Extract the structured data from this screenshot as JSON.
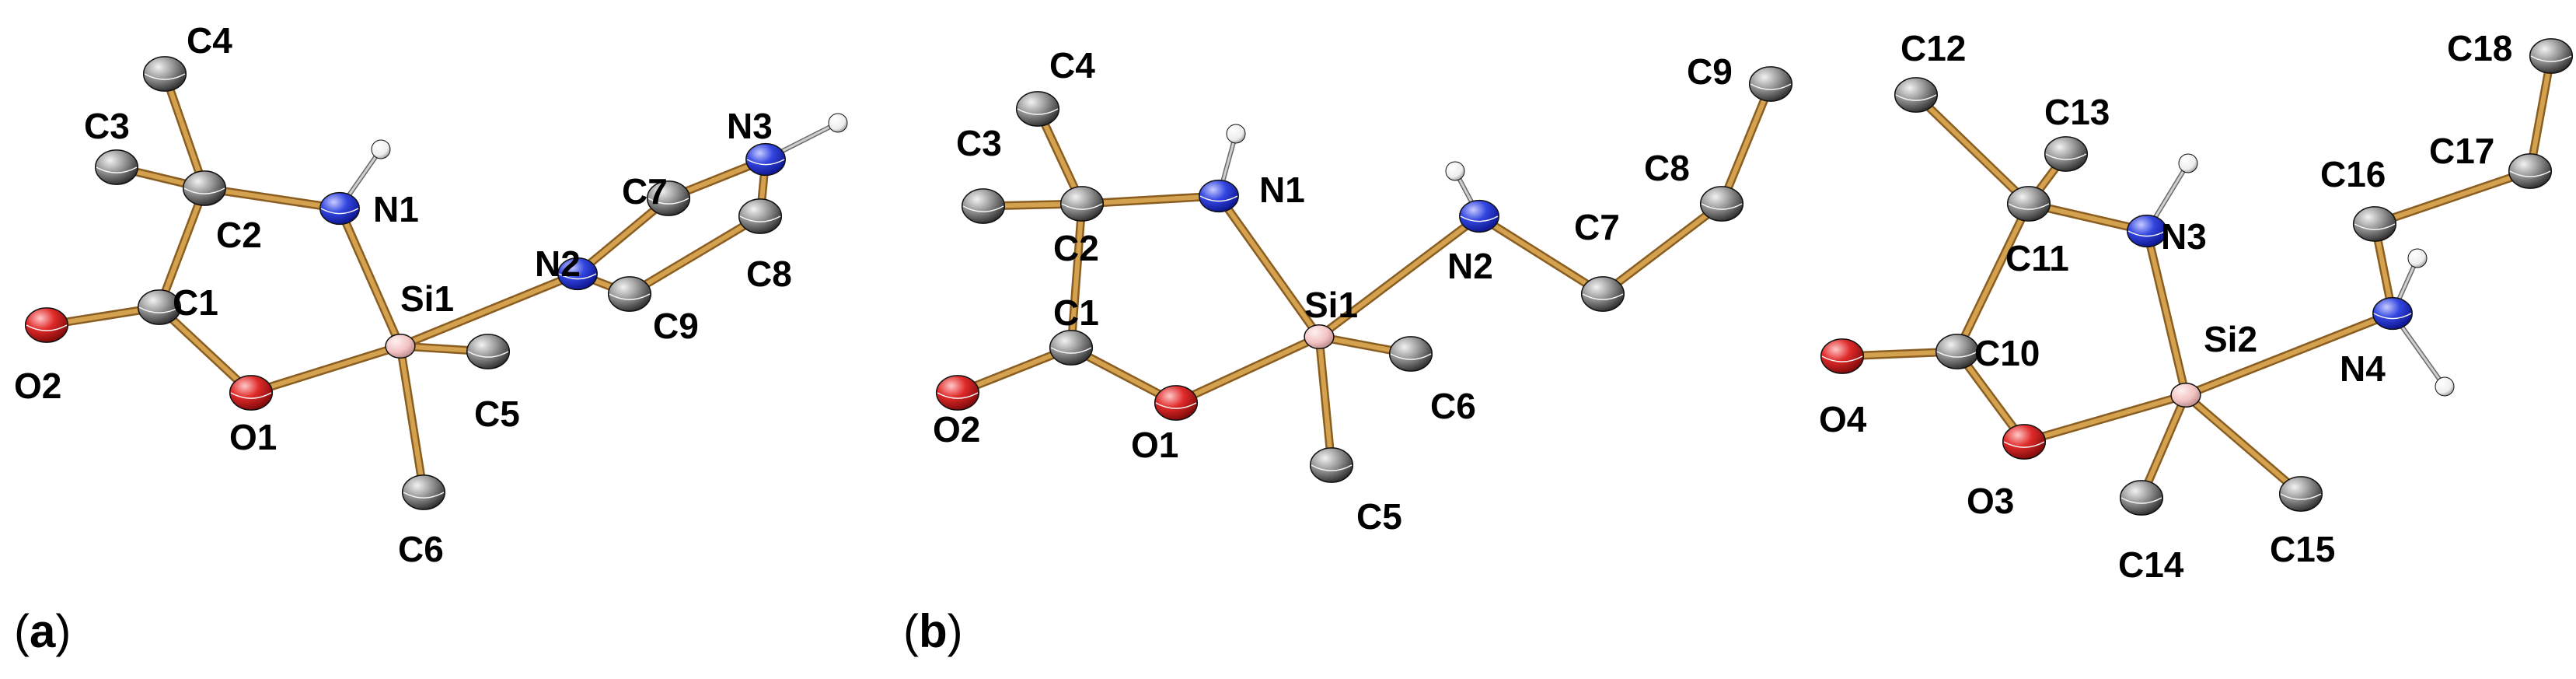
{
  "colors": {
    "bond": "#D4A24E",
    "bond_dark": "#8A5E22",
    "carbon": "#4A4A4A",
    "carbon_light": "#E6E6E6",
    "nitrogen": "#1F2FC8",
    "nitrogen_light": "#C8CCFF",
    "oxygen": "#D81C1C",
    "oxygen_light": "#FFC8C8",
    "silicon": "#F2C2C2",
    "hydrogen": "#F4F4F4"
  },
  "panels": [
    {
      "label_open": "(",
      "label_letter": "a",
      "label_close": ")",
      "atoms": [
        {
          "id": "C4",
          "element": "C",
          "label": "C4"
        },
        {
          "id": "C3",
          "element": "C",
          "label": "C3"
        },
        {
          "id": "C2",
          "element": "C",
          "label": "C2"
        },
        {
          "id": "N1",
          "element": "N",
          "label": "N1"
        },
        {
          "id": "C1",
          "element": "C",
          "label": "C1"
        },
        {
          "id": "O2",
          "element": "O",
          "label": "O2"
        },
        {
          "id": "O1",
          "element": "O",
          "label": "O1"
        },
        {
          "id": "Si1",
          "element": "Si",
          "label": "Si1"
        },
        {
          "id": "C5",
          "element": "C",
          "label": "C5"
        },
        {
          "id": "C6",
          "element": "C",
          "label": "C6"
        },
        {
          "id": "N2",
          "element": "N",
          "label": "N2"
        },
        {
          "id": "C7",
          "element": "C",
          "label": "C7"
        },
        {
          "id": "N3",
          "element": "N",
          "label": "N3"
        },
        {
          "id": "C8",
          "element": "C",
          "label": "C8"
        },
        {
          "id": "C9",
          "element": "C",
          "label": "C9"
        },
        {
          "id": "H1",
          "element": "H",
          "label": ""
        },
        {
          "id": "H3",
          "element": "H",
          "label": ""
        }
      ],
      "bonds": [
        [
          "C2",
          "C4"
        ],
        [
          "C2",
          "C3"
        ],
        [
          "C2",
          "N1"
        ],
        [
          "C2",
          "C1"
        ],
        [
          "C1",
          "O2"
        ],
        [
          "C1",
          "O1"
        ],
        [
          "O1",
          "Si1"
        ],
        [
          "N1",
          "Si1"
        ],
        [
          "Si1",
          "C5"
        ],
        [
          "Si1",
          "C6"
        ],
        [
          "Si1",
          "N2"
        ],
        [
          "N2",
          "C7"
        ],
        [
          "C7",
          "N3"
        ],
        [
          "N3",
          "C8"
        ],
        [
          "C8",
          "C9"
        ],
        [
          "C9",
          "N2"
        ],
        [
          "N1",
          "H1"
        ],
        [
          "N3",
          "H3"
        ]
      ]
    },
    {
      "label_open": "(",
      "label_letter": "b",
      "label_close": ")",
      "atoms": [
        {
          "id": "C4",
          "element": "C",
          "label": "C4"
        },
        {
          "id": "C3",
          "element": "C",
          "label": "C3"
        },
        {
          "id": "C2",
          "element": "C",
          "label": "C2"
        },
        {
          "id": "N1",
          "element": "N",
          "label": "N1"
        },
        {
          "id": "C1",
          "element": "C",
          "label": "C1"
        },
        {
          "id": "O2",
          "element": "O",
          "label": "O2"
        },
        {
          "id": "O1",
          "element": "O",
          "label": "O1"
        },
        {
          "id": "Si1",
          "element": "Si",
          "label": "Si1"
        },
        {
          "id": "C5",
          "element": "C",
          "label": "C5"
        },
        {
          "id": "C6",
          "element": "C",
          "label": "C6"
        },
        {
          "id": "N2",
          "element": "N",
          "label": "N2"
        },
        {
          "id": "C7",
          "element": "C",
          "label": "C7"
        },
        {
          "id": "C8",
          "element": "C",
          "label": "C8"
        },
        {
          "id": "C9",
          "element": "C",
          "label": "C9"
        },
        {
          "id": "H1",
          "element": "H",
          "label": ""
        },
        {
          "id": "H2",
          "element": "H",
          "label": ""
        },
        {
          "id": "C12",
          "element": "C",
          "label": "C12"
        },
        {
          "id": "C13",
          "element": "C",
          "label": "C13"
        },
        {
          "id": "C11",
          "element": "C",
          "label": "C11"
        },
        {
          "id": "N3",
          "element": "N",
          "label": "N3"
        },
        {
          "id": "C10",
          "element": "C",
          "label": "C10"
        },
        {
          "id": "O4",
          "element": "O",
          "label": "O4"
        },
        {
          "id": "O3",
          "element": "O",
          "label": "O3"
        },
        {
          "id": "Si2",
          "element": "Si",
          "label": "Si2"
        },
        {
          "id": "C14",
          "element": "C",
          "label": "C14"
        },
        {
          "id": "C15",
          "element": "C",
          "label": "C15"
        },
        {
          "id": "N4",
          "element": "N",
          "label": "N4"
        },
        {
          "id": "C16",
          "element": "C",
          "label": "C16"
        },
        {
          "id": "C17",
          "element": "C",
          "label": "C17"
        },
        {
          "id": "C18",
          "element": "C",
          "label": "C18"
        },
        {
          "id": "H3",
          "element": "H",
          "label": ""
        },
        {
          "id": "H4a",
          "element": "H",
          "label": ""
        },
        {
          "id": "H4b",
          "element": "H",
          "label": ""
        }
      ],
      "bonds": [
        [
          "C2",
          "C4"
        ],
        [
          "C2",
          "C3"
        ],
        [
          "C2",
          "N1"
        ],
        [
          "C2",
          "C1"
        ],
        [
          "C1",
          "O2"
        ],
        [
          "C1",
          "O1"
        ],
        [
          "O1",
          "Si1"
        ],
        [
          "N1",
          "Si1"
        ],
        [
          "Si1",
          "C5"
        ],
        [
          "Si1",
          "C6"
        ],
        [
          "Si1",
          "N2"
        ],
        [
          "N2",
          "C7"
        ],
        [
          "C7",
          "C8"
        ],
        [
          "C8",
          "C9"
        ],
        [
          "N1",
          "H1"
        ],
        [
          "N2",
          "H2"
        ],
        [
          "C11",
          "C12"
        ],
        [
          "C11",
          "C13"
        ],
        [
          "C11",
          "N3"
        ],
        [
          "C11",
          "C10"
        ],
        [
          "C10",
          "O4"
        ],
        [
          "C10",
          "O3"
        ],
        [
          "O3",
          "Si2"
        ],
        [
          "N3",
          "Si2"
        ],
        [
          "Si2",
          "C14"
        ],
        [
          "Si2",
          "C15"
        ],
        [
          "Si2",
          "N4"
        ],
        [
          "N4",
          "C16"
        ],
        [
          "C16",
          "C17"
        ],
        [
          "C17",
          "C18"
        ],
        [
          "N3",
          "H3"
        ],
        [
          "N4",
          "H4a"
        ],
        [
          "N4",
          "H4b"
        ]
      ]
    }
  ]
}
